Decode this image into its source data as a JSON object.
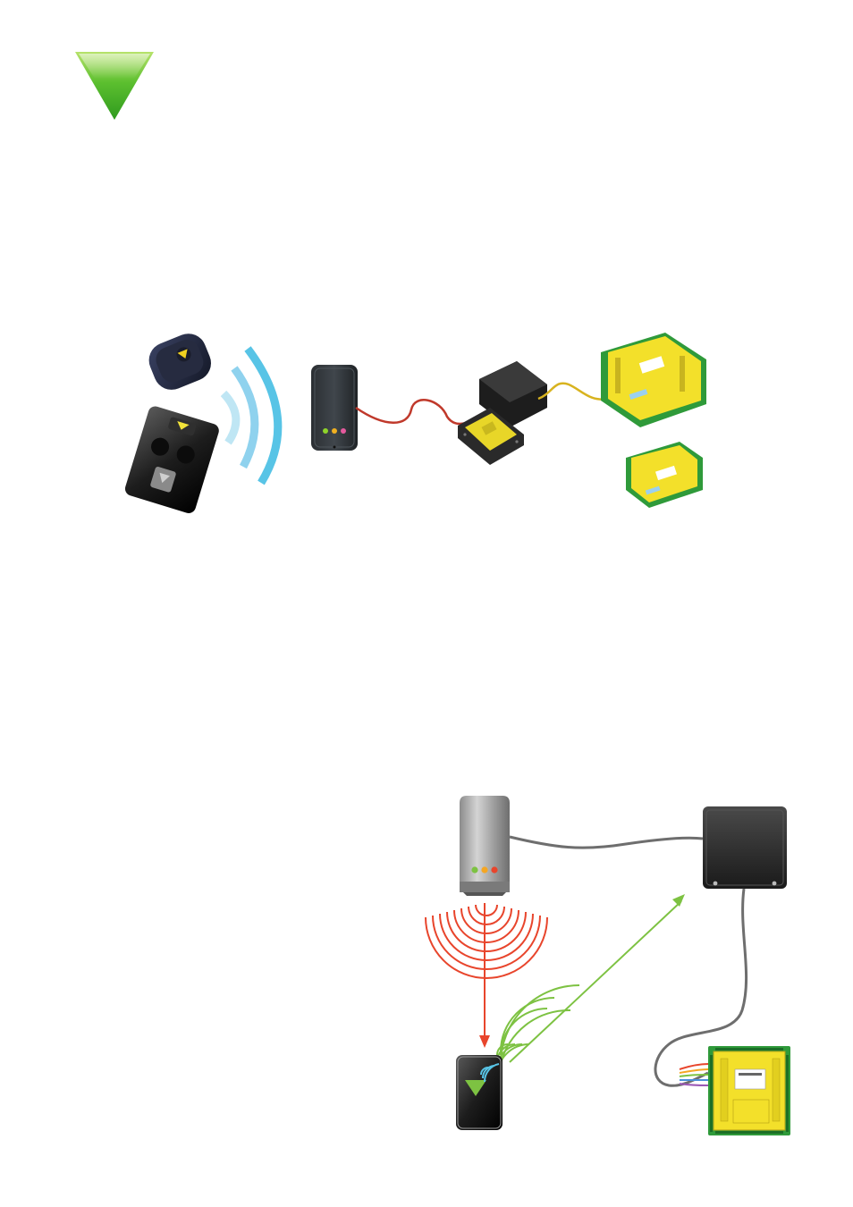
{
  "page": {
    "logo": {
      "icon": "green-down-triangle-icon",
      "color": "#3fae2a"
    }
  },
  "diagram_top": {
    "devices": [
      {
        "name": "remote-fob",
        "icon": "key-fob-icon"
      },
      {
        "name": "card-transmitter",
        "icon": "remote-transmitter-icon"
      },
      {
        "name": "radio-waves",
        "icon": "wireless-waves-icon",
        "color": "#58c4e6"
      },
      {
        "name": "proximity-reader",
        "icon": "card-reader-icon"
      },
      {
        "name": "receiver-box",
        "icon": "receiver-box-icon"
      },
      {
        "name": "controller-large",
        "icon": "controller-board-icon",
        "color": "#f3e02a"
      },
      {
        "name": "controller-small",
        "icon": "controller-board-icon",
        "color": "#f3e02a"
      }
    ],
    "cables": [
      {
        "name": "reader-to-receiver-cable",
        "color": "#c0392b"
      },
      {
        "name": "receiver-to-controller-cable",
        "color": "#d8b31f"
      }
    ]
  },
  "diagram_bottom": {
    "devices": [
      {
        "name": "reader",
        "icon": "card-reader-icon",
        "leds": [
          "#7dc242",
          "#f5a623",
          "#e8452c"
        ]
      },
      {
        "name": "receiver-box",
        "icon": "receiver-box-icon"
      },
      {
        "name": "transmitter-tag",
        "icon": "transmitter-tag-icon"
      },
      {
        "name": "controller",
        "icon": "controller-board-icon",
        "color": "#f3e02a"
      }
    ],
    "signals": [
      {
        "name": "reader-signal",
        "color": "#e8452c"
      },
      {
        "name": "tag-signal",
        "color": "#7dc242"
      }
    ]
  }
}
